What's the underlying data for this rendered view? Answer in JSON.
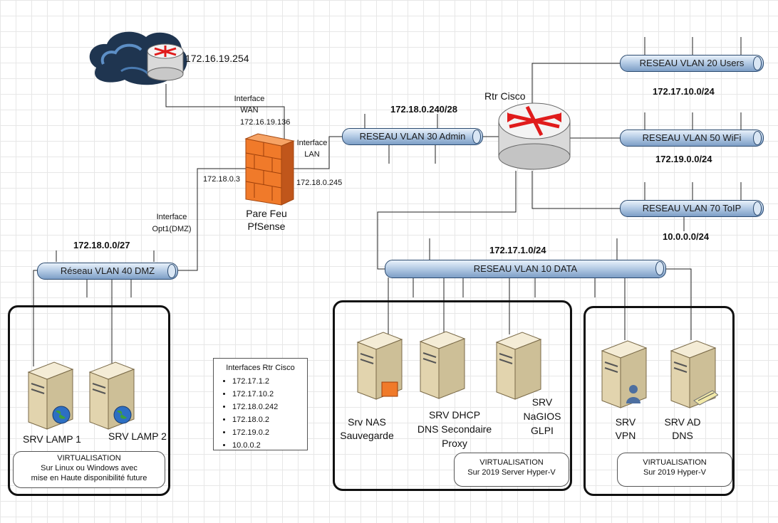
{
  "cloud": {
    "ip": "172.16.19.254"
  },
  "firewall": {
    "name_line1": "Pare Feu",
    "name_line2": "PfSense",
    "wan_label_1": "Interface",
    "wan_label_2": "WAN",
    "wan_ip": "172.16.19.136",
    "lan_label_1": "Interface",
    "lan_label_2": "LAN",
    "lan_ip": "172.18.0.245",
    "dmz_label_1": "Interface",
    "dmz_label_2": "Opt1(DMZ)",
    "dmz_ip": "172.18.0.3"
  },
  "router": {
    "name": "Rtr Cisco"
  },
  "vlans": {
    "admin": {
      "label": "RESEAU VLAN 30 Admin",
      "subnet": "172.18.0.240/28"
    },
    "users": {
      "label": "RESEAU VLAN 20 Users",
      "subnet": "172.17.10.0/24"
    },
    "wifi": {
      "label": "RESEAU VLAN 50 WiFi",
      "subnet": "172.19.0.0/24"
    },
    "toip": {
      "label": "RESEAU VLAN 70 ToIP",
      "subnet": "10.0.0.0/24"
    },
    "data": {
      "label": "RESEAU VLAN 10 DATA",
      "subnet": "172.17.1.0/24"
    },
    "dmz": {
      "label": "Réseau VLAN 40 DMZ",
      "subnet": "172.18.0.0/27"
    }
  },
  "servers": {
    "lamp1": "SRV LAMP 1",
    "lamp2": "SRV LAMP 2",
    "nas_1": "Srv NAS",
    "nas_2": "Sauvegarde",
    "dhcp_1": "SRV DHCP",
    "dhcp_2": "DNS Secondaire",
    "dhcp_3": "Proxy",
    "nagios_1": "SRV",
    "nagios_2": "NaGIOS",
    "nagios_3": "GLPI",
    "vpn_1": "SRV",
    "vpn_2": "VPN",
    "ad_1": "SRV AD",
    "ad_2": "DNS"
  },
  "virtualisation": {
    "dmz_title": "VIRTUALISATION",
    "dmz_line1": "Sur Linux ou Windows avec",
    "dmz_line2": "mise en Haute disponibilité future",
    "data_title": "VIRTUALISATION",
    "data_line1": "Sur 2019 Server Hyper-V",
    "vpn_title": "VIRTUALISATION",
    "vpn_line1": "Sur  2019 Hyper-V"
  },
  "legend": {
    "title": "Interfaces Rtr Cisco",
    "items": [
      "172.17.1.2",
      "172.17.10.2",
      "172.18.0.242",
      "172.18.0.2",
      "172.19.0.2",
      "10.0.0.2"
    ]
  },
  "colors": {
    "pipe": "#b7cde6",
    "router_arrow": "#e01b1b",
    "cloud": "#1f3550",
    "firewall": "#f07a2a"
  }
}
